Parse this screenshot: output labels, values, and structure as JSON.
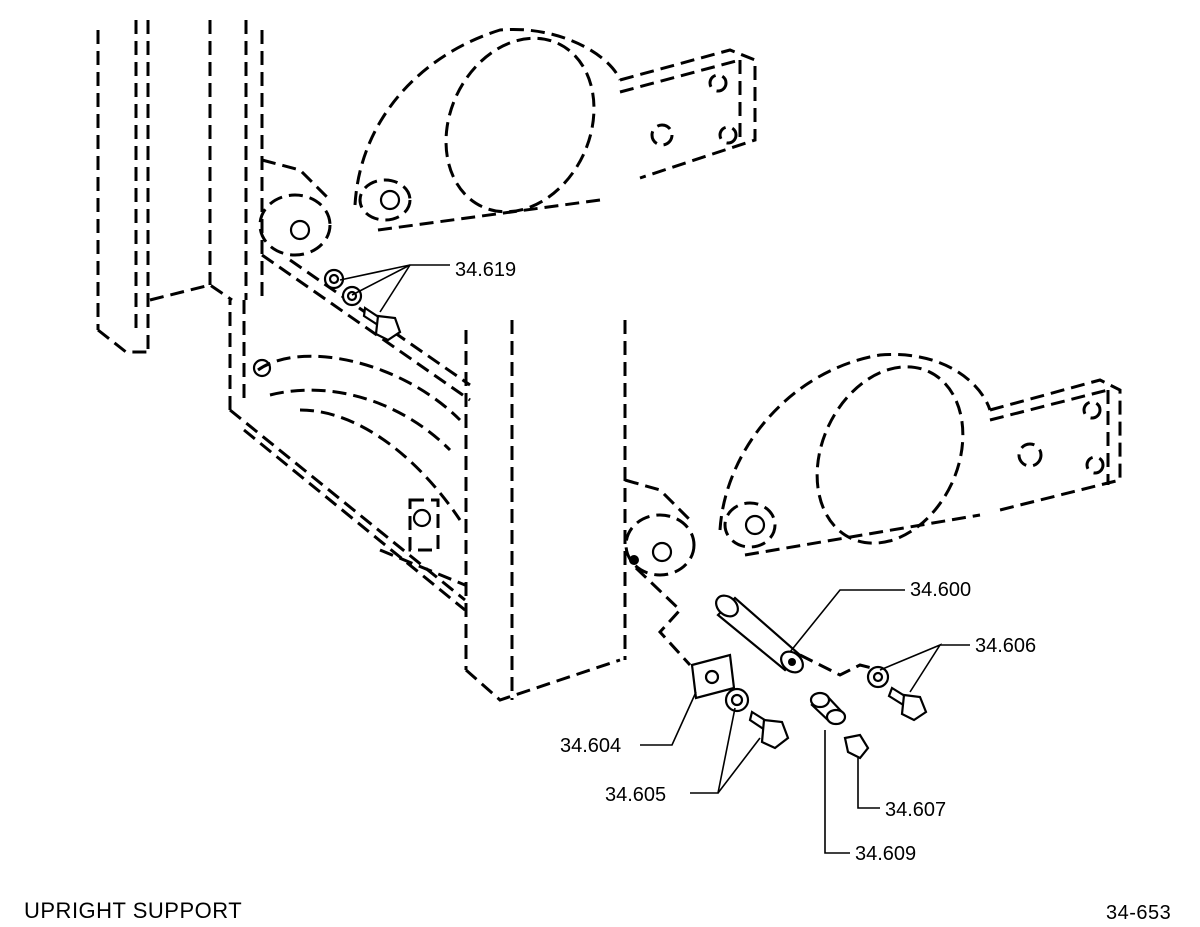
{
  "title": "UPRIGHT SUPPORT",
  "drawing_number": "34-653",
  "callouts": {
    "p619": "34.619",
    "p600": "34.600",
    "p606": "34.606",
    "p604": "34.604",
    "p605": "34.605",
    "p607": "34.607",
    "p609": "34.609"
  }
}
